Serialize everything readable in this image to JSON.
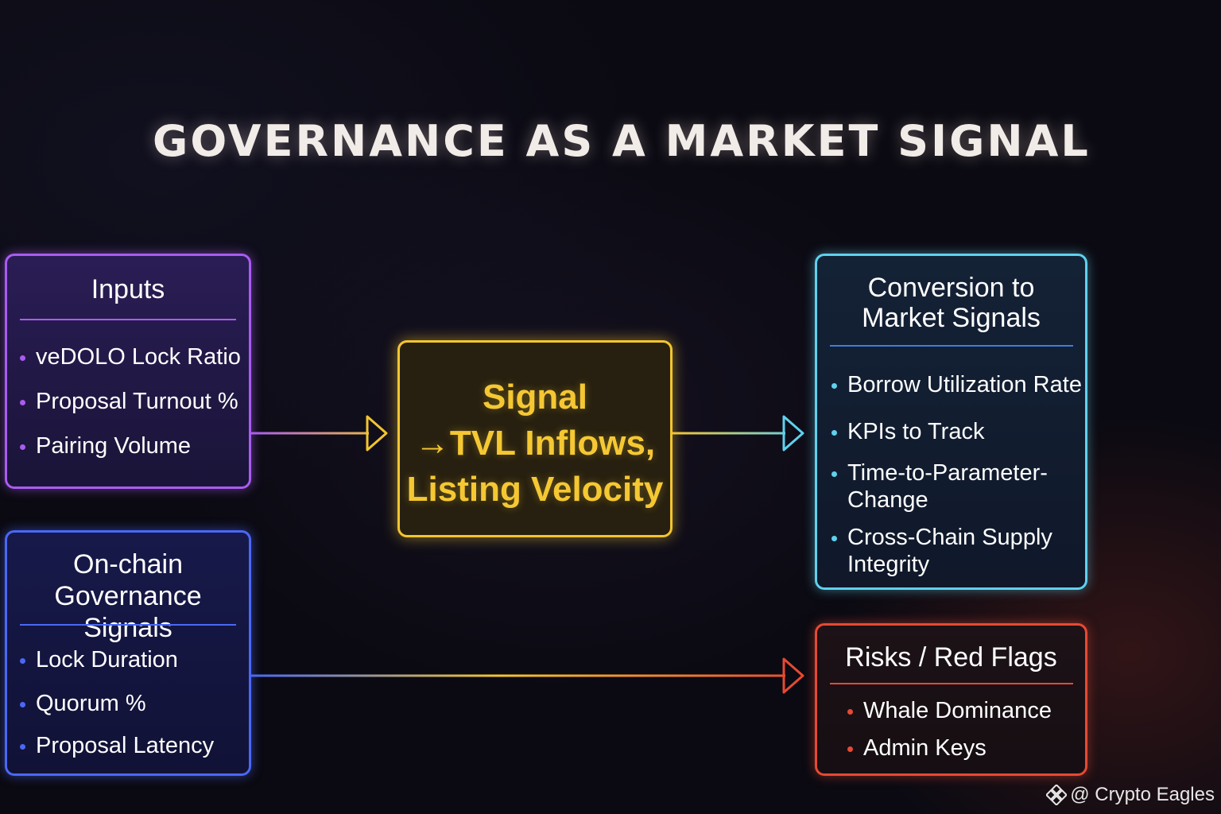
{
  "title": "GOVERNANCE AS A MARKET SIGNAL",
  "inputs": {
    "heading": "Inputs",
    "items": [
      "veDOLO Lock Ratio",
      "Proposal Turnout %",
      "Pairing Volume"
    ]
  },
  "onchain": {
    "heading_line1": "On-chain",
    "heading_line2": "Governance Signals",
    "items": [
      "Lock Duration",
      "Quorum %",
      "Proposal Latency"
    ]
  },
  "signal": {
    "line1": "Signal",
    "line2": "→TVL Inflows,",
    "line3": "Listing Velocity"
  },
  "conversion": {
    "heading_line1": "Conversion to",
    "heading_line2": "Market Signals",
    "items": [
      "Borrow Utilization Rate",
      "KPIs to Track",
      "Time-to-Parameter-",
      "Change",
      "Cross-Chain Supply",
      "Integrity"
    ]
  },
  "risks": {
    "heading": "Risks / Red Flags",
    "items": [
      "Whale Dominance",
      "Admin Keys"
    ]
  },
  "watermark": "@ Crypto Eagles",
  "colors": {
    "inputs": "#a95cf0",
    "onchain": "#4a68f5",
    "signal": "#f2c530",
    "conversion": "#5fd1ee",
    "risks": "#e64a32"
  },
  "icons": {
    "watermark_logo": "binance-diamond-icon"
  }
}
